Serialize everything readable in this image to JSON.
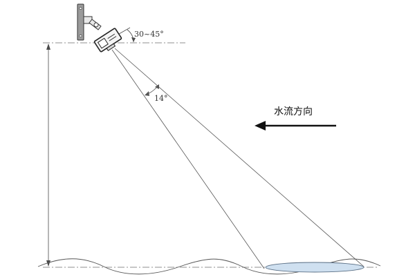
{
  "annotations": {
    "tilt_angle": "30~45°",
    "beam_angle": "14°",
    "flow_direction": "水流方向"
  },
  "colors": {
    "line": "#4a4a4a",
    "dash": "#6b6b6b",
    "arrow": "#111111",
    "footprint_fill": "#cfe0f0",
    "footprint_stroke": "#5a6f85",
    "sensor_body": "#f4f4f4",
    "mount_plate": "#9a9a9a"
  },
  "icons": {
    "sensor": "radar-sensor-icon",
    "flow_arrow": "arrow-left-icon"
  }
}
